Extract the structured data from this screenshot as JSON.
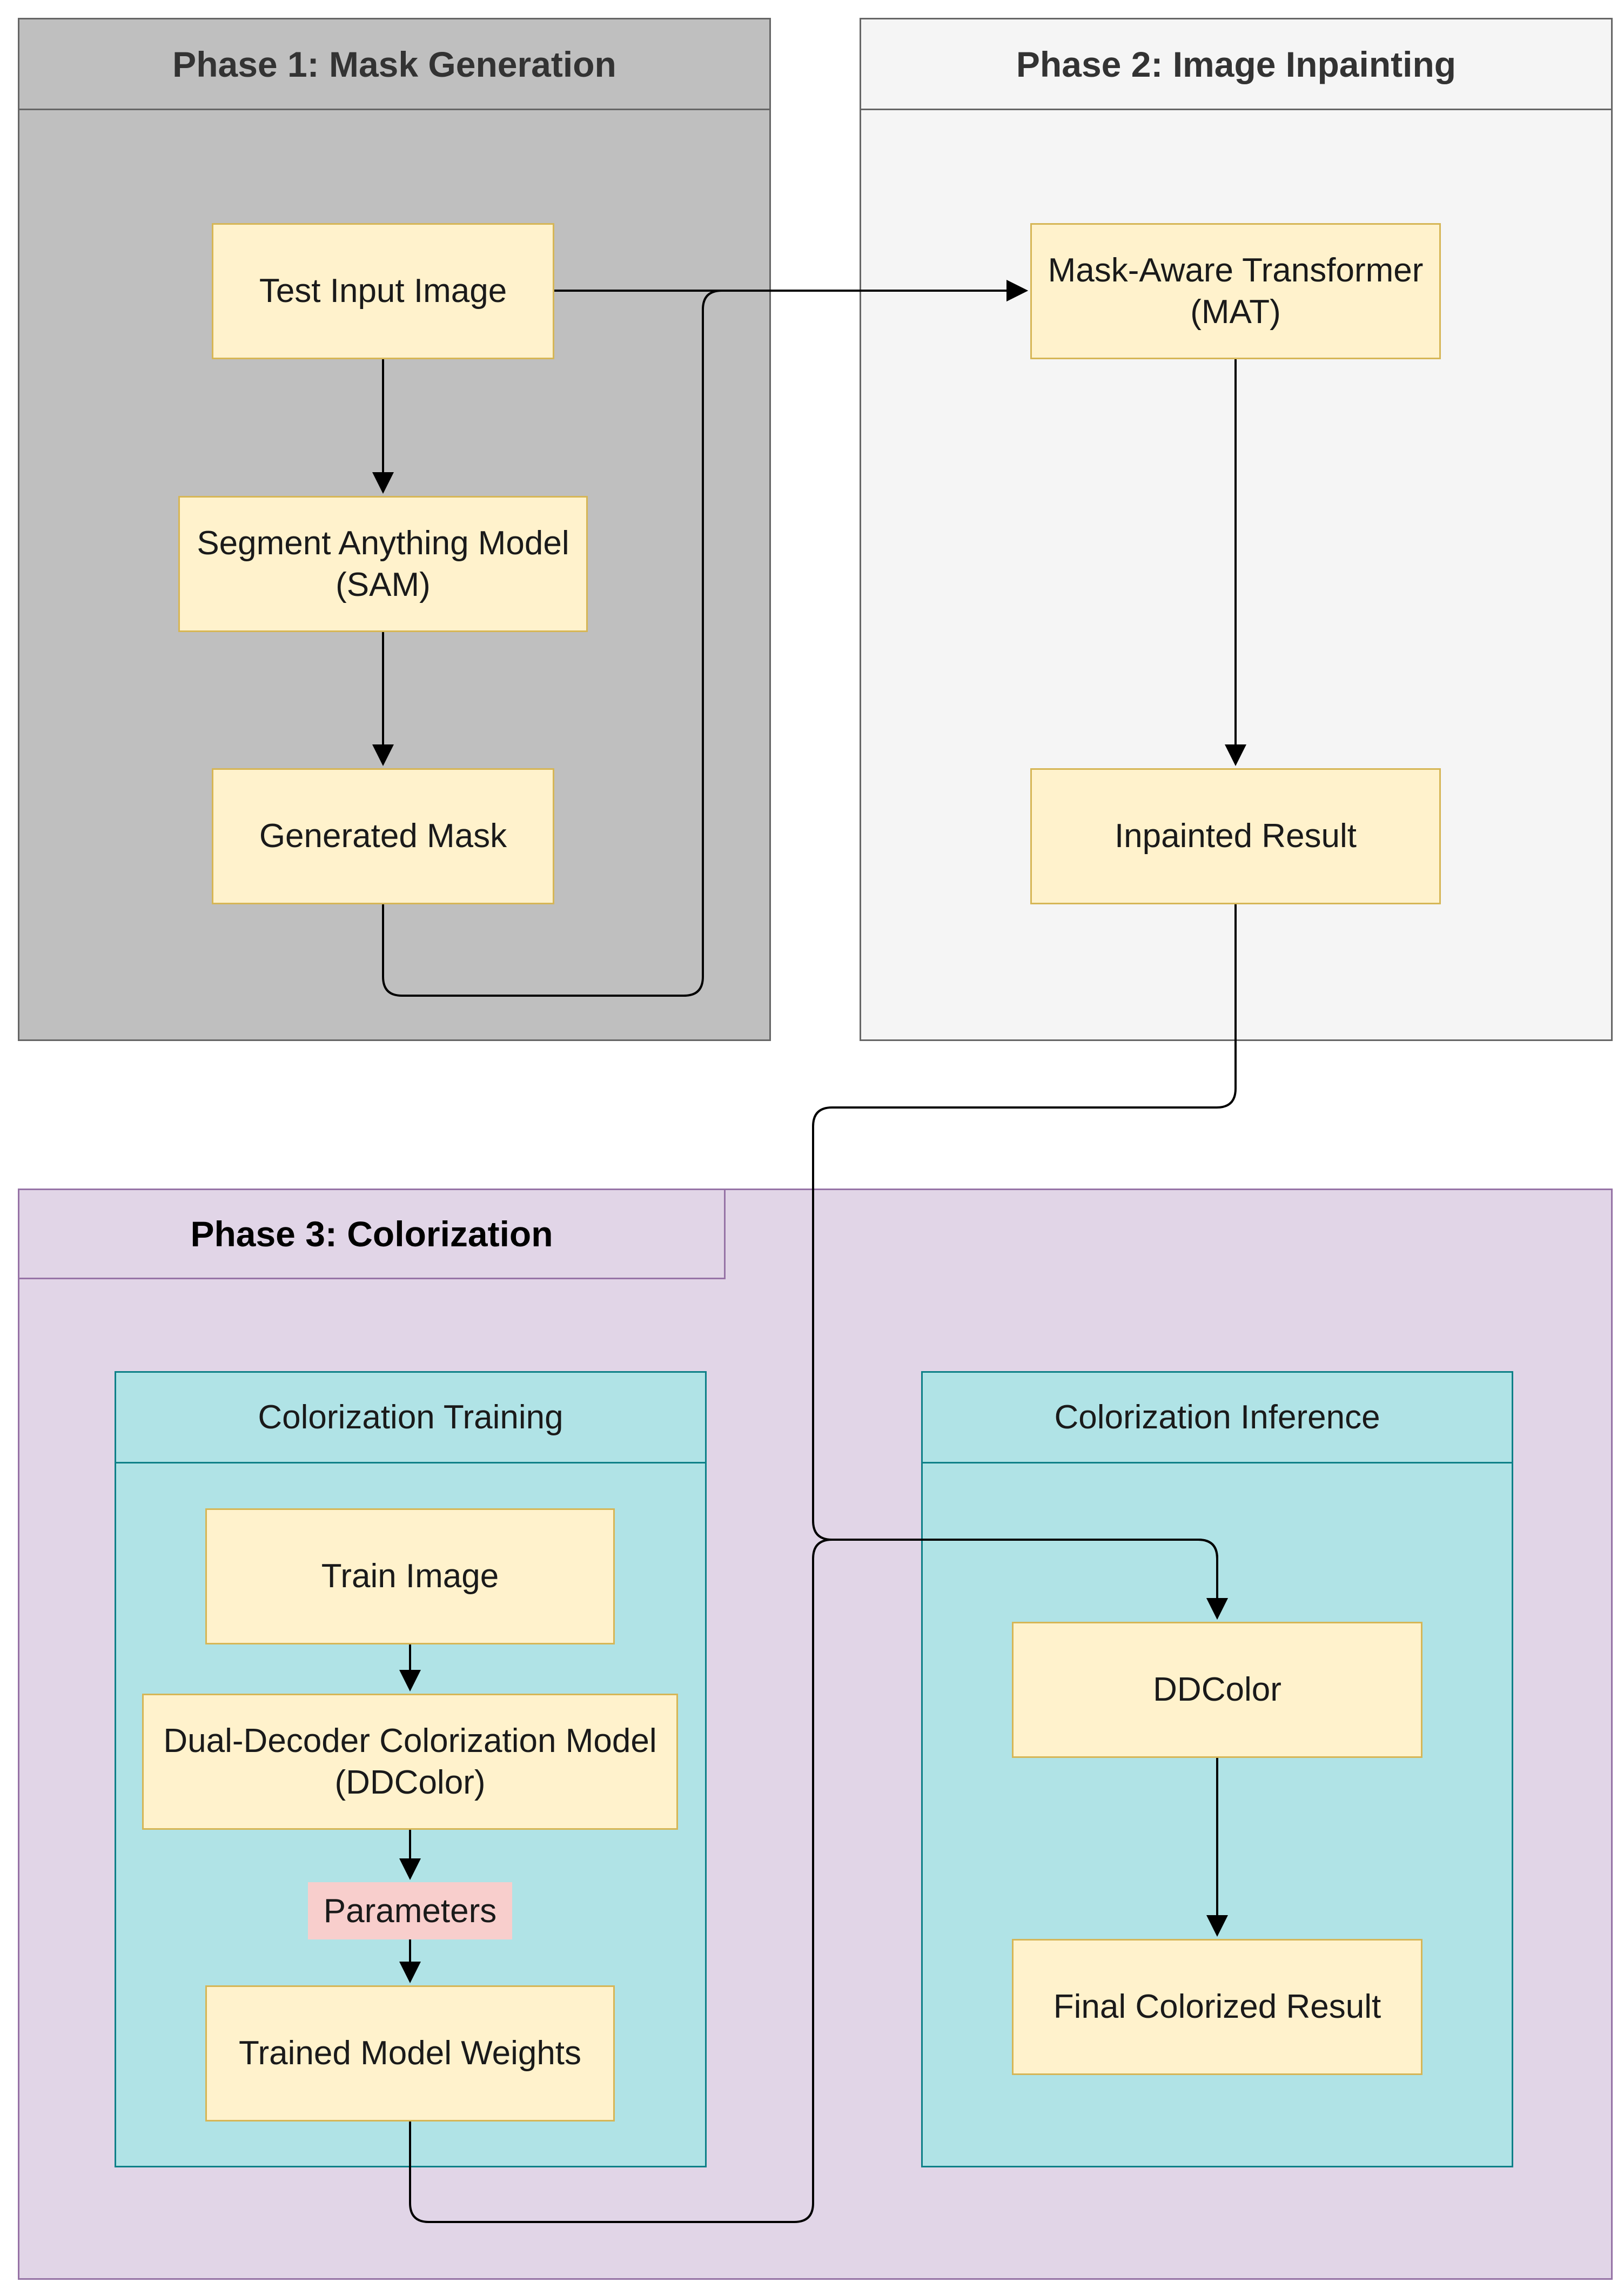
{
  "phases": {
    "p1": {
      "title": "Phase 1: Mask Generation"
    },
    "p2": {
      "title": "Phase 2: Image Inpainting"
    },
    "p3": {
      "title": "Phase 3: Colorization"
    }
  },
  "subgroups": {
    "training": {
      "title": "Colorization Training"
    },
    "inference": {
      "title": "Colorization Inference"
    }
  },
  "nodes": {
    "test_input": "Test Input Image",
    "sam": "Segment Anything Model\n(SAM)",
    "mask": "Generated Mask",
    "mat": "Mask-Aware Transformer\n(MAT)",
    "inpainted": "Inpainted Result",
    "train_image": "Train Image",
    "ddcolor_model": "Dual-Decoder Colorization Model\n(DDColor)",
    "parameters": "Parameters",
    "weights": "Trained Model Weights",
    "ddcolor": "DDColor",
    "final": "Final Colorized Result"
  },
  "colors": {
    "phase1_fill": "#bfbfbf",
    "phase2_fill": "#f5f5f5",
    "phase3_fill": "#e1d5e7",
    "phase3_stroke": "#9673a6",
    "subgroup_fill": "#b0e3e6",
    "subgroup_stroke": "#0e8088",
    "node_fill": "#fff2cc",
    "node_stroke": "#d6b656",
    "parameters_fill": "#f8cecc"
  }
}
